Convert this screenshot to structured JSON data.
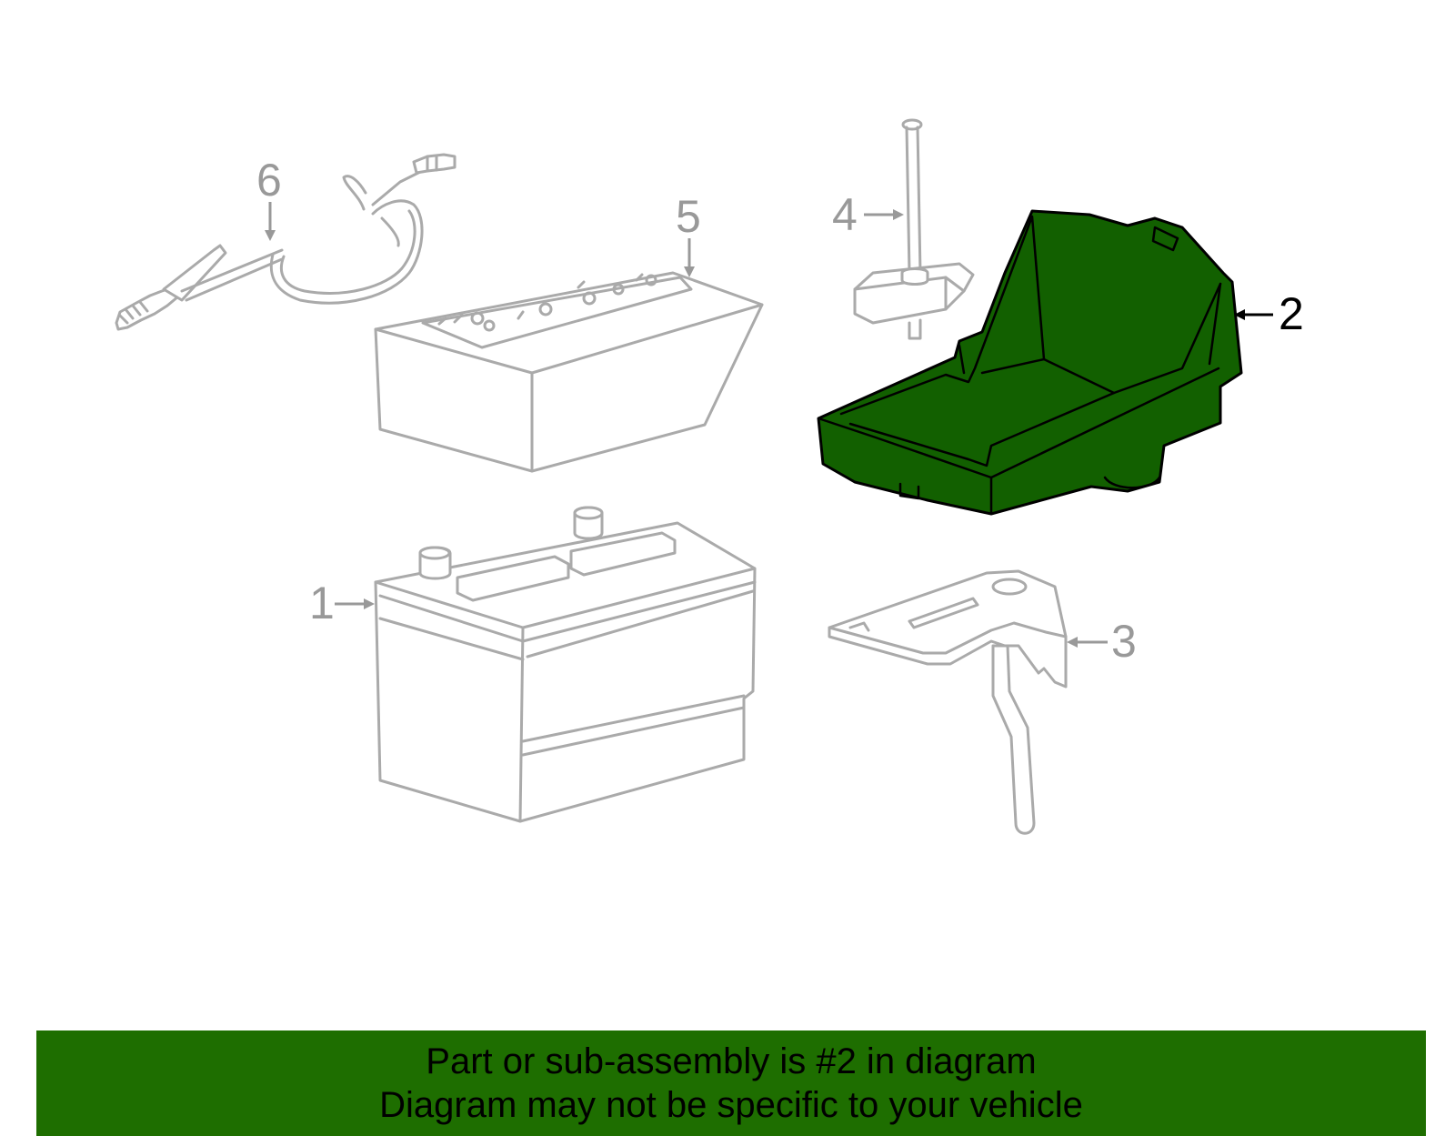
{
  "diagram": {
    "callouts": [
      {
        "number": "1",
        "highlighted": false
      },
      {
        "number": "2",
        "highlighted": true
      },
      {
        "number": "3",
        "highlighted": false
      },
      {
        "number": "4",
        "highlighted": false
      },
      {
        "number": "5",
        "highlighted": false
      },
      {
        "number": "6",
        "highlighted": false
      }
    ],
    "highlight_color": "#1e6e00",
    "part_outline_color": "#aaaaaa"
  },
  "banner": {
    "line1": "Part or sub-assembly is #2 in diagram",
    "line2": "Diagram may not be specific to your vehicle",
    "background": "#1e6e00"
  }
}
